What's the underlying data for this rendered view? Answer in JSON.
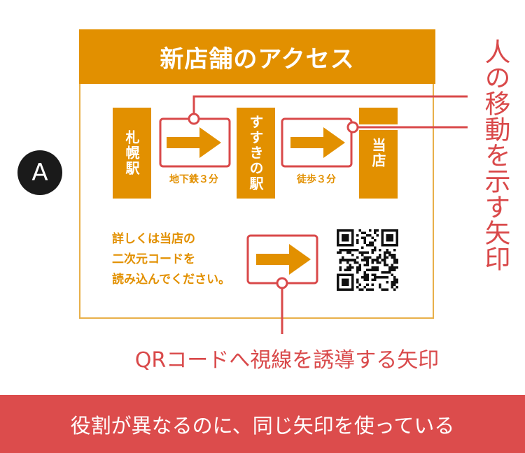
{
  "badge": "A",
  "card": {
    "title": "新店舗のアクセス",
    "stations": [
      "札幌駅",
      "すすきの駅",
      "当店"
    ],
    "legs": [
      "地下鉄３分",
      "徒歩３分"
    ],
    "info_lines": [
      "詳しくは当店の",
      "二次元コードを",
      "読み込んでください。"
    ]
  },
  "annotations": {
    "movement_arrow": "人の移動を示す矢印",
    "qr_arrow": "QRコードへ視線を誘導する矢印"
  },
  "caption": "役割が異なるのに、同じ矢印を使っている",
  "colors": {
    "orange": "#e29000",
    "red": "#d9494a",
    "band": "#dc4c4c"
  }
}
